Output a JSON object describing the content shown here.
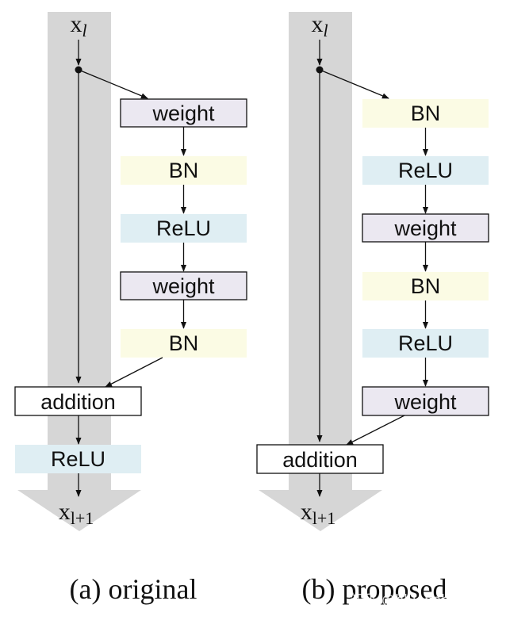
{
  "colors": {
    "highway": "#d6d6d6",
    "weight": "#ebe8f1",
    "bn": "#fbfbe4",
    "relu": "#dfeef3",
    "addition": "#ffffff",
    "line": "#111111"
  },
  "panel_a": {
    "input": {
      "base": "x",
      "sub": "l"
    },
    "output": {
      "base": "x",
      "sub": "l+1"
    },
    "blocks": [
      "weight",
      "BN",
      "ReLU",
      "weight",
      "BN"
    ],
    "addition": "addition",
    "post": "ReLU",
    "caption": "(a) original"
  },
  "panel_b": {
    "input": {
      "base": "x",
      "sub": "l"
    },
    "output": {
      "base": "x",
      "sub": "l+1"
    },
    "blocks": [
      "BN",
      "ReLU",
      "weight",
      "BN",
      "ReLU",
      "weight"
    ],
    "addition": "addition",
    "caption": "(b) proposed"
  },
  "watermark": "知乎 @bluebabyzxlan"
}
